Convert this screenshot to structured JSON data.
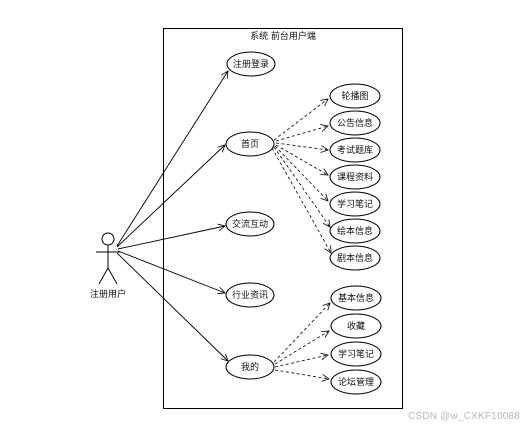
{
  "system": {
    "title": "系统 前台用户端"
  },
  "actor": {
    "label": "注册用户"
  },
  "use_cases": [
    {
      "id": "login",
      "label": "注册登录"
    },
    {
      "id": "home",
      "label": "首页"
    },
    {
      "id": "exchange",
      "label": "交流互动"
    },
    {
      "id": "industry",
      "label": "行业资讯"
    },
    {
      "id": "mine",
      "label": "我的"
    }
  ],
  "home_extensions": [
    {
      "label": "轮播图"
    },
    {
      "label": "公告信息"
    },
    {
      "label": "考试题库"
    },
    {
      "label": "课程资料"
    },
    {
      "label": "学习笔记"
    },
    {
      "label": "绘本信息"
    },
    {
      "label": "剧本信息"
    }
  ],
  "mine_extensions": [
    {
      "label": "基本信息"
    },
    {
      "label": "收藏"
    },
    {
      "label": "学习笔记"
    },
    {
      "label": "论坛管理"
    }
  ],
  "watermark": "CSDN @w_CXKF10088"
}
